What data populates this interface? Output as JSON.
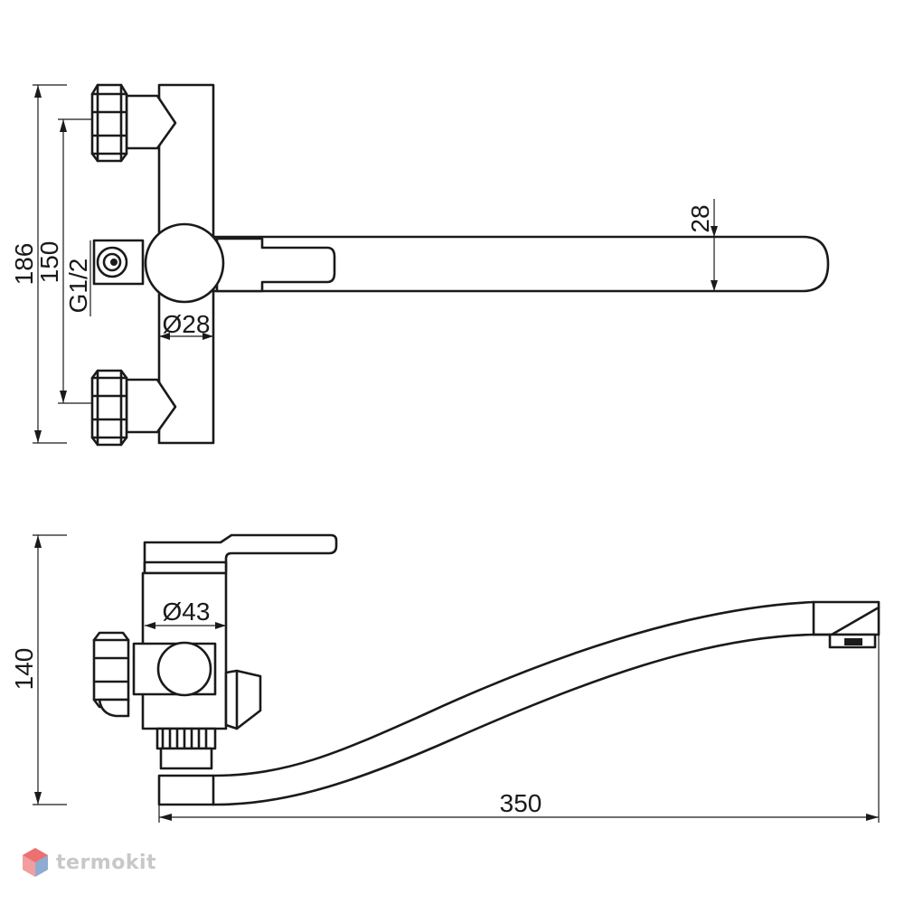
{
  "drawing": {
    "top_view": {
      "height_outer": "186",
      "height_inner": "150",
      "thread": "G1/2",
      "body_diameter": "Ø28",
      "spout_thickness": "28"
    },
    "side_view": {
      "height": "140",
      "cartridge_diameter": "Ø43",
      "spout_length": "350"
    }
  },
  "brand": {
    "name": "termokit",
    "colors": {
      "logo_red": "#e85a5a",
      "logo_blue": "#6fa8dc",
      "text": "#c8c8c8"
    }
  }
}
